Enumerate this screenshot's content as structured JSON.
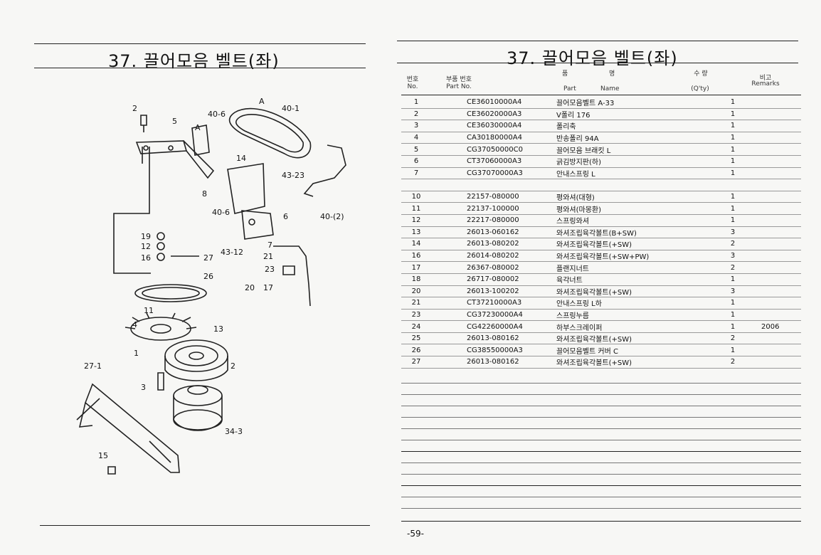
{
  "left_page": {
    "title": "37. 끌어모음 벨트(좌)",
    "callouts": [
      "2",
      "5",
      "40-6",
      "40-1",
      "A",
      "A",
      "14",
      "43-23",
      "8",
      "40-6",
      "6",
      "40-(2)",
      "19",
      "12",
      "16",
      "27",
      "7",
      "43-12",
      "21",
      "23",
      "26",
      "20",
      "17",
      "11",
      "4",
      "13",
      "1",
      "2",
      "27-1",
      "3",
      "34-3",
      "15"
    ]
  },
  "right_page": {
    "title": "37. 끌어모음 벨트(좌)",
    "headers": {
      "no_kr": "번호",
      "no_en": "No.",
      "part_no_kr": "부품 번호",
      "part_no_en": "Part  No.",
      "name_kr_1": "품",
      "name_kr_2": "명",
      "name_en_1": "Part",
      "name_en_2": "Name",
      "qty_kr": "수  량",
      "qty_en": "(Q'ty)",
      "remarks_kr": "비고",
      "remarks_en": "Remarks"
    },
    "rows": [
      {
        "no": "1",
        "part": "CE36010000A4",
        "name": "끌어모음벨트 A-33",
        "qty": "1",
        "remarks": ""
      },
      {
        "no": "2",
        "part": "CE36020000A3",
        "name": "V폴리 176",
        "qty": "1",
        "remarks": ""
      },
      {
        "no": "3",
        "part": "CE36030000A4",
        "name": "폴리축",
        "qty": "1",
        "remarks": ""
      },
      {
        "no": "4",
        "part": "CA30180000A4",
        "name": "반송폴리 94A",
        "qty": "1",
        "remarks": ""
      },
      {
        "no": "5",
        "part": "CG37050000C0",
        "name": "끌어모음 브래킷 L",
        "qty": "1",
        "remarks": ""
      },
      {
        "no": "6",
        "part": "CT37060000A3",
        "name": "긁김방지판(하)",
        "qty": "1",
        "remarks": ""
      },
      {
        "no": "7",
        "part": "CG37070000A3",
        "name": "안내스프링 L",
        "qty": "1",
        "remarks": ""
      },
      {
        "no": "",
        "part": "",
        "name": "",
        "qty": "",
        "remarks": ""
      },
      {
        "no": "10",
        "part": "22157-080000",
        "name": "평와셔(대형)",
        "qty": "1",
        "remarks": ""
      },
      {
        "no": "11",
        "part": "22137-100000",
        "name": "평와셔(마몽환)",
        "qty": "1",
        "remarks": ""
      },
      {
        "no": "12",
        "part": "22217-080000",
        "name": "스프링와셔",
        "qty": "1",
        "remarks": ""
      },
      {
        "no": "13",
        "part": "26013-060162",
        "name": "와셔조립육각볼트(B+SW)",
        "qty": "3",
        "remarks": ""
      },
      {
        "no": "14",
        "part": "26013-080202",
        "name": "와셔조립육각볼트(+SW)",
        "qty": "2",
        "remarks": ""
      },
      {
        "no": "16",
        "part": "26014-080202",
        "name": "와셔조립육각볼트(+SW+PW)",
        "qty": "3",
        "remarks": ""
      },
      {
        "no": "17",
        "part": "26367-080002",
        "name": "플랜지너트",
        "qty": "2",
        "remarks": ""
      },
      {
        "no": "18",
        "part": "26717-080002",
        "name": "육각너트",
        "qty": "1",
        "remarks": ""
      },
      {
        "no": "20",
        "part": "26013-100202",
        "name": "와셔조립육각볼트(+SW)",
        "qty": "3",
        "remarks": ""
      },
      {
        "no": "21",
        "part": "CT37210000A3",
        "name": "안내스프링 L하",
        "qty": "1",
        "remarks": ""
      },
      {
        "no": "23",
        "part": "CG37230000A4",
        "name": "스프링누름",
        "qty": "1",
        "remarks": ""
      },
      {
        "no": "24",
        "part": "CG42260000A4",
        "name": "하부스크레이퍼",
        "qty": "1",
        "remarks": "2006"
      },
      {
        "no": "25",
        "part": "26013-080162",
        "name": "와셔조립육각볼트(+SW)",
        "qty": "2",
        "remarks": ""
      },
      {
        "no": "26",
        "part": "CG38550000A3",
        "name": "끌어모음벨트 커버 C",
        "qty": "1",
        "remarks": ""
      },
      {
        "no": "27",
        "part": "26013-080162",
        "name": "와셔조립육각볼트(+SW)",
        "qty": "2",
        "remarks": ""
      }
    ],
    "page_number": "-59-"
  }
}
